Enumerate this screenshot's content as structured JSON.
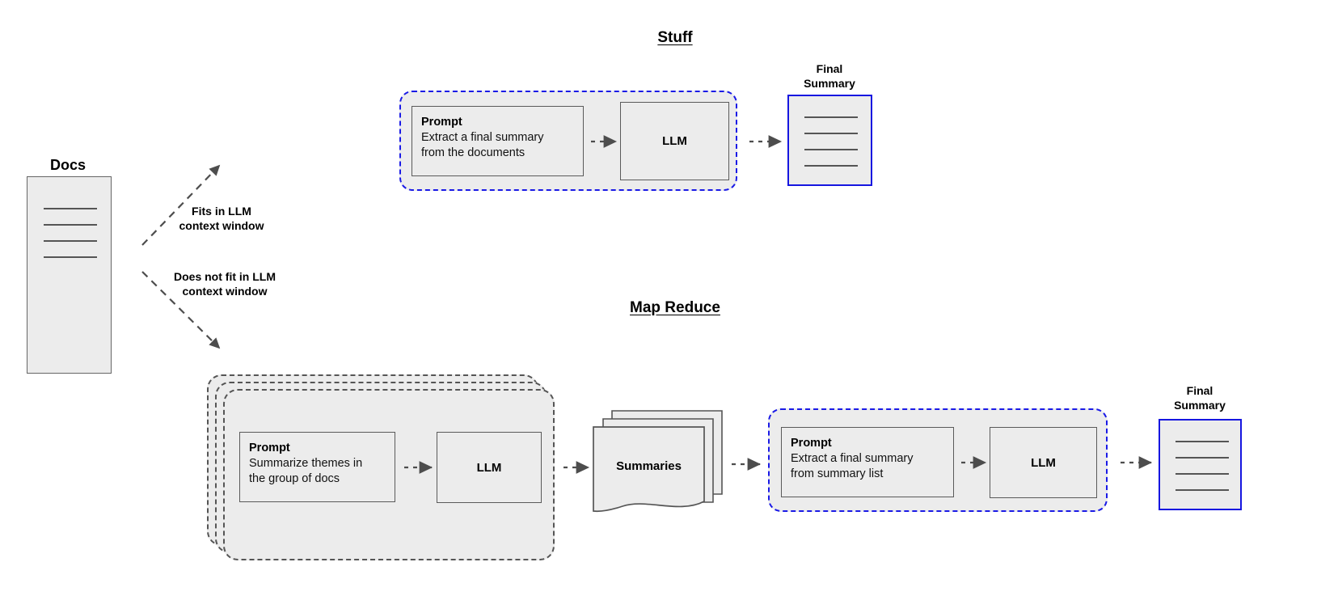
{
  "diagram": {
    "title_stuff": "Stuff",
    "title_map_reduce": "Map Reduce"
  },
  "source": {
    "docs_label": "Docs",
    "branch_up_label": "Fits in LLM\ncontext window",
    "branch_down_label": "Does not fit in LLM\ncontext window"
  },
  "stuff_chain": {
    "prompt": {
      "title": "Prompt",
      "body": "Extract a final summary\nfrom the documents"
    },
    "llm_label": "LLM",
    "final_summary_label": "Final\nSummary"
  },
  "map_reduce_chain": {
    "map_prompt": {
      "title": "Prompt",
      "body": "Summarize themes in\nthe group of docs"
    },
    "map_llm_label": "LLM",
    "summaries_label": "Summaries",
    "reduce_prompt": {
      "title": "Prompt",
      "body": "Extract a final summary\nfrom summary list"
    },
    "reduce_llm_label": "LLM",
    "final_summary_label": "Final\nSummary"
  },
  "colors": {
    "accent_blue": "#1a1ae6",
    "fill_gray": "#ececec",
    "stroke_gray": "#666666",
    "arrow_gray": "#4d4d4d"
  }
}
